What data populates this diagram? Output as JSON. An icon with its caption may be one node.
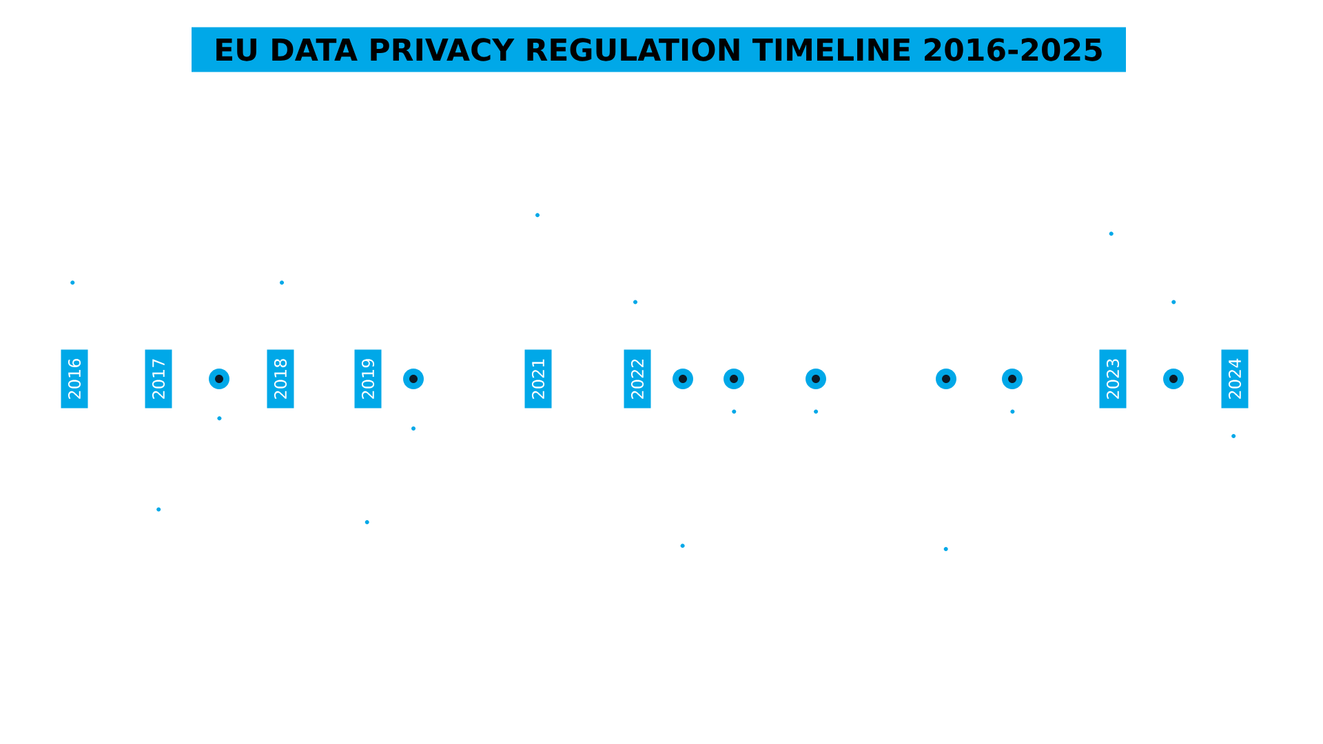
{
  "diagram": {
    "title": "EU DATA PRIVACY REGULATION TIMELINE 2016-2025",
    "nodes": [
      {
        "text": [
          "2016"
        ]
      },
      {
        "text": [
          "2017"
        ]
      },
      {
        "text": [],
        "shape": "circle"
      },
      {
        "text": [
          "2018"
        ]
      },
      {
        "text": [
          "2019"
        ]
      },
      {
        "text": [],
        "shape": "circle"
      },
      {
        "text": [
          "2021"
        ]
      },
      {
        "text": [
          "2022"
        ]
      },
      {
        "text": [],
        "shape": "circle"
      },
      {
        "text": [],
        "shape": "circle"
      },
      {
        "text": [],
        "shape": "circle"
      },
      {
        "text": [],
        "shape": "circle"
      },
      {
        "text": [],
        "shape": "circle"
      },
      {
        "text": [
          "2023"
        ]
      },
      {
        "text": [],
        "shape": "circle"
      },
      {
        "text": [
          "2024"
        ]
      }
    ]
  }
}
